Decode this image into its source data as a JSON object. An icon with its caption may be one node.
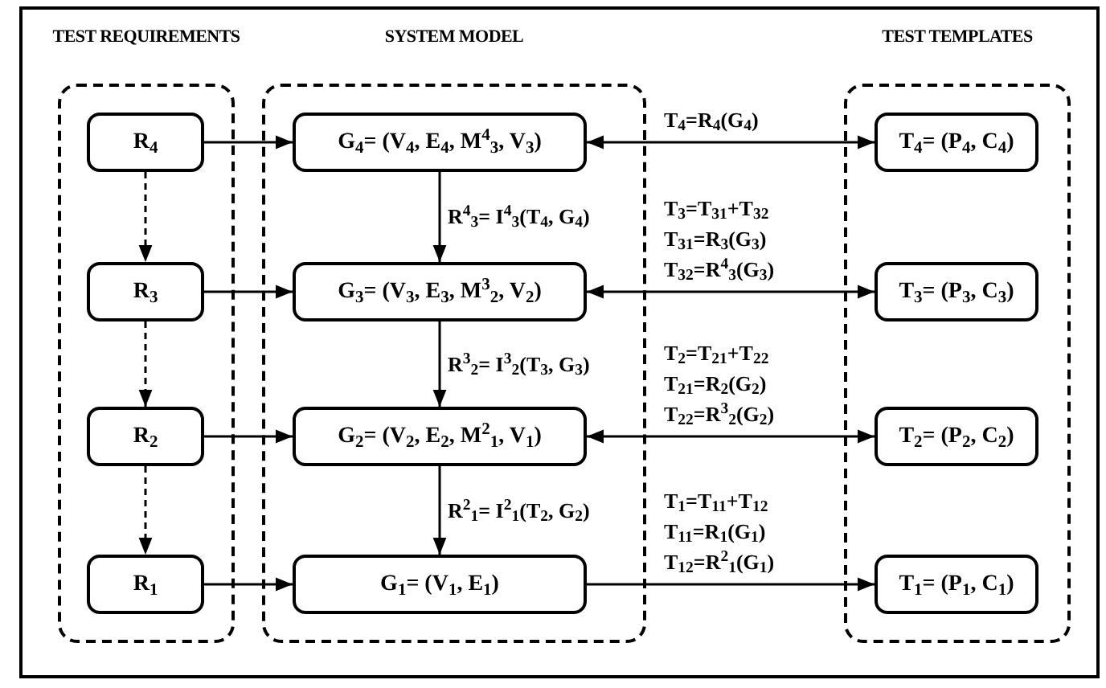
{
  "diagram": {
    "nodes": [
      {
        "text": [
          "TEST REQUIREMENTS"
        ]
      },
      {
        "text": [
          "R$_{4}$"
        ],
        "in": 0
      },
      {
        "text": [
          "R$_{3}$"
        ],
        "in": 0
      },
      {
        "text": [
          "R$_{2}$"
        ],
        "in": 0
      },
      {
        "text": [
          "R$_{1}$"
        ],
        "in": 0
      },
      {
        "text": [
          "SYSTEM MODEL"
        ]
      },
      {
        "text": [
          "G$_{4}$= (V$_{4}$, E$_{4}$, M$^{4}$$_{3}$, V$_{3}$)"
        ],
        "in": 5
      },
      {
        "text": [
          "G$_{3}$= (V$_{3}$, E$_{3}$, M$^{3}$$_{2}$, V$_{2}$)"
        ],
        "in": 5
      },
      {
        "text": [
          "G$_{2}$= (V$_{2}$, E$_{2}$, M$^{2}$$_{1}$, V$_{1}$)"
        ],
        "in": 5
      },
      {
        "text": [
          "G$_{1}$= (V$_{1}$, E$_{1}$)"
        ],
        "in": 5
      },
      {
        "text": [
          "TEST TEMPLATES"
        ]
      },
      {
        "text": [
          "T$_{4}$= (P$_{4}$, C$_{4}$)"
        ],
        "in": 10
      },
      {
        "text": [
          "T$_{3}$= (P$_{3}$, C$_{3}$)"
        ],
        "in": 10
      },
      {
        "text": [
          "T$_{2}$= (P$_{2}$, C$_{2}$)"
        ],
        "in": 10
      },
      {
        "text": [
          "T$_{1}$= (P$_{1}$, C$_{1}$)"
        ],
        "in": 10
      }
    ],
    "edges": [
      {
        "from": 1,
        "to": 6,
        "arrow": "to"
      },
      {
        "from": 2,
        "to": 7,
        "arrow": "to"
      },
      {
        "from": 3,
        "to": 8,
        "arrow": "to"
      },
      {
        "from": 4,
        "to": 9,
        "arrow": "to"
      },
      {
        "from": 1,
        "to": 2,
        "arrow": "to",
        "style": "dashed"
      },
      {
        "from": 2,
        "to": 3,
        "arrow": "to",
        "style": "dashed"
      },
      {
        "from": 3,
        "to": 4,
        "arrow": "to",
        "style": "dashed"
      },
      {
        "from": 6,
        "to": 7,
        "arrow": "to",
        "label": "R$^{4}$$_{3}$= I$^{4}$$_{3}$(T$_{4}$, G$_{4}$)"
      },
      {
        "from": 7,
        "to": 8,
        "arrow": "to",
        "label": "R$^{3}$$_{2}$= I$^{3}$$_{2}$(T$_{3}$, G$_{3}$)"
      },
      {
        "from": 8,
        "to": 9,
        "arrow": "to",
        "label": "R$^{2}$$_{1}$= I$^{2}$$_{1}$(T$_{2}$, G$_{2}$)"
      },
      {
        "from": 6,
        "to": 11,
        "arrow": "both",
        "label": "T$_{4}$=R$_{4}$(G$_{4}$)"
      },
      {
        "from": 7,
        "to": 12,
        "arrow": "both",
        "label": "T$_{3}$=T$_{31}$+T$_{32}$ T$_{31}$=R$_{3}$(G$_{3}$) T$_{32}$=R$^{4}$$_{3}$(G$_{3}$)"
      },
      {
        "from": 8,
        "to": 13,
        "arrow": "both",
        "label": "T$_{2}$=T$_{21}$+T$_{22}$ T$_{21}$=R$_{2}$(G$_{2}$) T$_{22}$=R$^{3}$$_{2}$(G$_{2}$)"
      },
      {
        "from": 9,
        "to": 14,
        "arrow": "to",
        "label": "T$_{1}$=T$_{11}$+T$_{12}$ T$_{11}$=R$_{1}$(G$_{1}$) T$_{12}$=R$^{2}$$_{1}$(G$_{1}$)"
      }
    ]
  }
}
